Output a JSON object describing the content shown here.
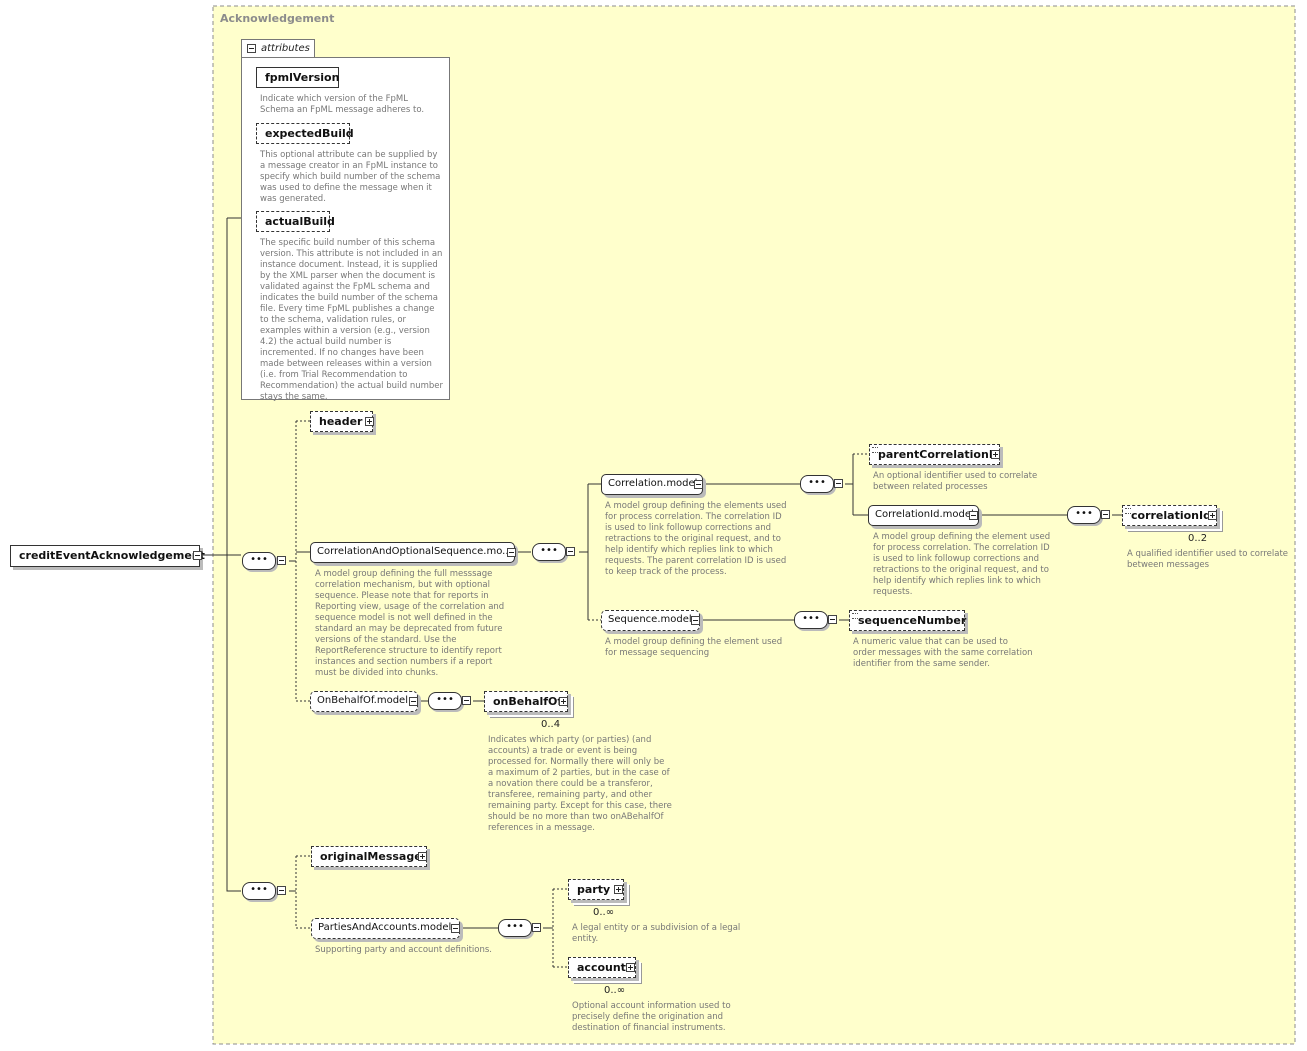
{
  "frame": {
    "title": "Acknowledgement"
  },
  "root": {
    "label": "creditEventAcknowledgement"
  },
  "attributes": {
    "tab": "attributes",
    "items": [
      {
        "name": "fpmlVersion",
        "desc": "Indicate which version of the FpML Schema an FpML message adheres to."
      },
      {
        "name": "expectedBuild",
        "desc": "This optional attribute can be supplied by a message creator in an FpML instance to specify which build number of the schema was used to define the message when it was generated."
      },
      {
        "name": "actualBuild",
        "desc": "The specific build number of this schema version. This attribute is not included in an instance document. Instead, it is supplied by the XML parser when the document is validated against the FpML schema and indicates the build number of the schema file. Every time FpML publishes a change to the schema, validation rules, or examples within a version (e.g., version 4.2) the actual build number is incremented. If no changes have been made between releases within a version (i.e. from Trial Recommendation to Recommendation) the actual build number stays the same."
      }
    ]
  },
  "seq_glyph": "•••",
  "nodes": {
    "header": {
      "label": "header"
    },
    "corrOptSeq": {
      "label": "CorrelationAndOptionalSequence.mo...",
      "desc": "A model group defining the full messsage correlation mechanism, but with optional sequence. Please note that for reports in Reporting view, usage of the correlation and sequence model is not well defined in the standard an may be deprecated from future versions of the standard. Use the ReportReference structure to identify report instances and section numbers if a report must be divided into chunks."
    },
    "corrModel": {
      "label": "Correlation.model",
      "desc": "A model group defining the elements used for process correlation. The correlation ID is used to link followup corrections and retractions to the original request, and to help identify which replies link to which requests. The parent correlation ID is used to keep track of the process."
    },
    "parentCorrId": {
      "label": "parentCorrelationId",
      "desc": "An optional identifier used to correlate between related processes"
    },
    "corrIdModel": {
      "label": "CorrelationId.model",
      "desc": "A model group defining the element used for process correlation. The correlation ID is used to link followup corrections and retractions to the original request, and to help identify which replies link to which requests."
    },
    "corrId": {
      "label": "correlationId",
      "card": "0..2",
      "desc": "A qualified identifier used to correlate between messages"
    },
    "seqModel": {
      "label": "Sequence.model",
      "desc": "A model group defining the element used for message sequencing"
    },
    "seqNumber": {
      "label": "sequenceNumber",
      "desc": "A numeric value that can be used to order messages with the same correlation identifier from the same sender."
    },
    "onBehalfModel": {
      "label": "OnBehalfOf.model"
    },
    "onBehalfOf": {
      "label": "onBehalfOf",
      "card": "0..4",
      "desc": "Indicates which party (or parties) (and accounts) a trade or event is being processed for. Normally there will only be a maximum of 2 parties, but in the case of a novation there could be a transferor, transferee, remaining party, and other remaining party. Except for this case, there should be no more than two onABehalfOf references in a message."
    },
    "originalMessage": {
      "label": "originalMessage"
    },
    "partiesModel": {
      "label": "PartiesAndAccounts.model",
      "desc": "Supporting party and account definitions."
    },
    "party": {
      "label": "party",
      "card": "0..∞",
      "desc": "A legal entity or a subdivision of a legal entity."
    },
    "account": {
      "label": "account",
      "card": "0..∞",
      "desc": "Optional account information used to precisely define the origination and destination of financial instruments."
    }
  },
  "colors": {
    "frame_bg": "#ffffcc",
    "desc_text": "#777777",
    "line": "#333333"
  }
}
